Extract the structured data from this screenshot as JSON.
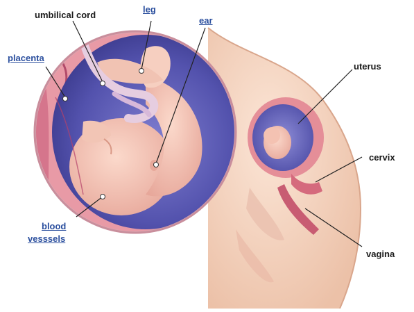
{
  "labels": {
    "umbilical_cord": "umbilical cord",
    "leg": "leg",
    "ear": "ear",
    "placenta": "placenta",
    "blood_line1": "blood",
    "blood_line2": "vesssels",
    "uterus": "uterus",
    "cervix": "cervix",
    "vagina": "vagina"
  },
  "colors": {
    "link": "#2b4f9e",
    "text": "#1a1a1a",
    "amniotic": "#5a58b5",
    "skin": "#f2c7b0",
    "uterine_wall": "#e8929b",
    "body_skin": "#f5d6c3"
  }
}
